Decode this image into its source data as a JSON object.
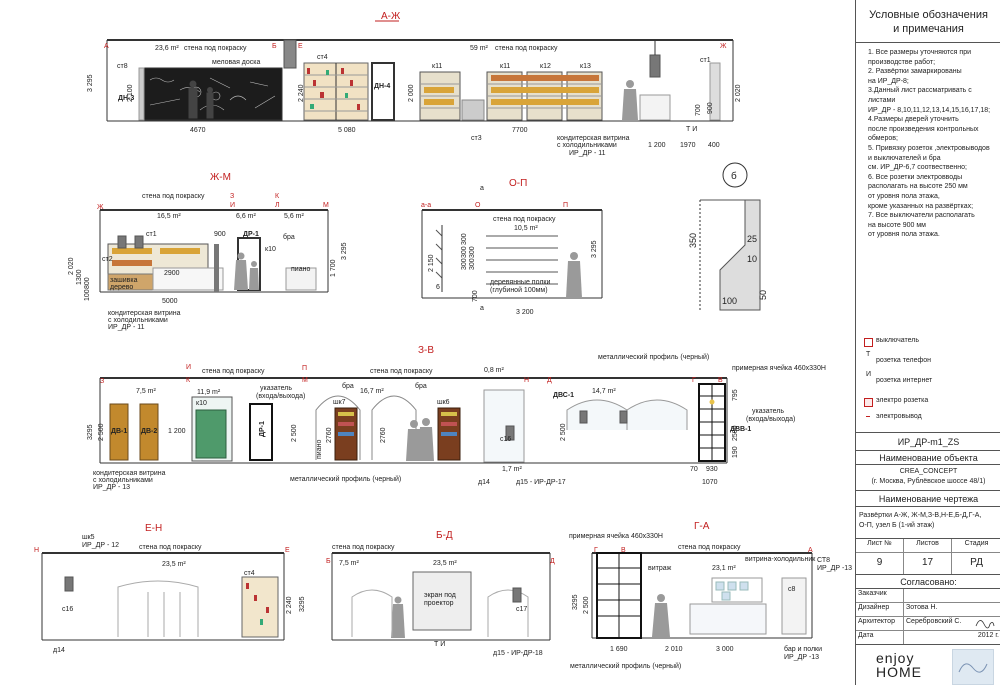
{
  "views": {
    "aj": {
      "title": "А-Ж",
      "l_left": "А",
      "l_mid": "Б",
      "l_e": "Е",
      "l_right": "Ж",
      "area1": "23,6 m²",
      "wall1": "стена под покраску",
      "area2": "59 m²",
      "wall2": "стена под покраску",
      "board": "меловая доска",
      "st8": "ст8",
      "st4": "ст4",
      "st1": "ст1",
      "k11a": "к11",
      "k11b": "к11",
      "k12": "к12",
      "k13": "к13",
      "dn3": "ДН-3",
      "dn4": "ДН-4",
      "h3295": "3 295",
      "h2100": "2 100",
      "h2240": "2 240",
      "h2000": "2 000",
      "h2020": "2 020",
      "h900": "900",
      "h700": "700",
      "w4670": "4670",
      "w5080": "5 080",
      "w7700": "7700",
      "w1200": "1 200",
      "w1970": "1970",
      "w400": "400",
      "st3": "ст3",
      "note": "кондитерская витрина",
      "note2": "с холодильниками",
      "note3": "ИР_ДР - 11",
      "ti": "Т И"
    },
    "jm": {
      "title": "Ж-М",
      "l_j": "Ж",
      "l_z": "З",
      "l_i": "И",
      "l_k": "К",
      "l_l": "Л",
      "l_m": "М",
      "wall": "стена под покраску",
      "a1": "16,5 m²",
      "a2": "6,6 m²",
      "a3": "5,6 m²",
      "st1": "ст1",
      "st2": "ст2",
      "dr1": "ДР-1",
      "k10": "к10",
      "bra": "бра",
      "piano": "пиано",
      "zash": "зашивка",
      "derevo": "дерево",
      "h900": "900",
      "w2900": "2900",
      "w5000": "5000",
      "h2020": "2 020",
      "h1300": "1300",
      "h800": "800",
      "h100": "100",
      "h3295": "3 295",
      "h1700": "1 700",
      "note": "кондитерская витрина",
      "note2": "с холодильниками",
      "note3": "ИР_ДР - 11"
    },
    "op": {
      "title": "О-П",
      "l_aa": "а-а",
      "l_o": "О",
      "l_p": "П",
      "wall": "стена под покраску",
      "area": "10,5 m²",
      "shelves": "деревянные полки",
      "shelves2": "(глубиной 100мм)",
      "a_top": "а",
      "a_bot": "а",
      "h3295": "3 295",
      "h2150": "2 150",
      "h700": "700",
      "w3200": "3 200",
      "d6": "6",
      "s1": "300",
      "s2": "300",
      "s3": "300",
      "s4": "300",
      "s5": "300"
    },
    "b": {
      "label": "б",
      "d350": "350",
      "d25": "25",
      "d10": "10",
      "d100": "100",
      "d50": "50"
    },
    "zv": {
      "title": "З-В",
      "l_z": "З",
      "l_i": "И",
      "l_k": "К",
      "l_p": "П",
      "l_m": "М",
      "l_n": "Н",
      "l_d": "Д",
      "l_g": "Г",
      "l_v": "В",
      "a1": "7,5 m²",
      "a2": "11,9 m²",
      "a3": "16,7 m²",
      "a4": "0,8 m²",
      "a5": "14,7 m²",
      "a6": "1,7 m²",
      "wall1": "стена под покраску",
      "wall2": "стена под покраску",
      "profile": "металлический профиль (черный)",
      "cell": "примерная ячейка 460х330Н",
      "pointer": "указатель",
      "pointer2": "(входа/выхода)",
      "pointer3": "указатель",
      "pointer4": "(входа/выхода)",
      "dv1": "ДВ-1",
      "dv2": "ДВ-2",
      "dr1": "ДР-1",
      "dvs1": "ДВС-1",
      "dvv1": "ДВВ-1",
      "k10": "к10",
      "shk7": "шк7",
      "shk6": "шк6",
      "s16": "с16",
      "bra1": "бра",
      "bra2": "бра",
      "piano": "пиано",
      "h3295": "3295",
      "h2500": "2 500",
      "h1200": "1 200",
      "h2760a": "2760",
      "h2760b": "2760",
      "h2500b": "2 500",
      "h2500c": "2 500",
      "h795": "795",
      "h2500d": "2500",
      "h190": "190",
      "w70": "70",
      "w930": "930",
      "w1070": "1070",
      "d14": "д14",
      "d15": "д15 - ИР-ДР-17",
      "profile2": "металлический профиль (черный)",
      "note": "кондитерская витрина",
      "note2": "с холодильниками",
      "note3": "ИР_ДР - 13"
    },
    "en": {
      "title": "Е-Н",
      "l_n": "Н",
      "l_e": "Е",
      "shk5": "шк5",
      "ref": "ИР_ДР - 12",
      "wall": "стена под покраску",
      "area": "23,5 m²",
      "st4": "ст4",
      "s16": "с16",
      "d14": "д14",
      "h2240": "2 240",
      "h3295": "3295"
    },
    "bd": {
      "title": "Б-Д",
      "l_b": "Б",
      "l_d": "Д",
      "wall": "стена под покраску",
      "a1": "7,5 m²",
      "a2": "23,5 m²",
      "screen": "экран под",
      "screen2": "проектор",
      "s17": "с17",
      "ti": "Т И",
      "d15": "д15 - ИР-ДР-18"
    },
    "ga": {
      "title": "Г-А",
      "l_g": "Г",
      "l_v": "В",
      "l_a": "А",
      "cell": "примерная ячейка 460х330Н",
      "wall": "стена под покраску",
      "vitrazh": "витраж",
      "vitrina": "витрина-холодильник",
      "area": "23,1 m²",
      "st8": "СТ8",
      "ref": "ИР_ДР -13",
      "s8": "с8",
      "h3295": "3295",
      "h2500": "2 500",
      "w1690": "1 690",
      "w2010": "2 010",
      "w3000": "3 000",
      "bar": "бар и полки",
      "bar2": "ИР_ДР -13",
      "profile": "металлический профиль (черный)"
    }
  },
  "panel": {
    "title1": "Условные обозначения",
    "title2": "и примечания",
    "notes": [
      "1. Все размеры уточняются при",
      "производстве работ;",
      "2. Развёртки замаркированы",
      "на ИР_ДР-8;",
      "3.Данный лист рассматривать с листами",
      "ИР_ДР - 8,10,11,12,13,14,15,16,17,18;",
      "4.Размеры дверей уточнить",
      "после произведения контрольных",
      "обмеров;",
      "5. Привязку розеток ,электровыводов",
      "и выключателей и бра",
      "см. ИР_ДР-6,7 соотвественно;",
      "6. Все розетки электровводы",
      "располагать на высоте 250 мм",
      "от уровня пола этажа,",
      "кроме указанных на развёртках;",
      "7. Все выключатели располагать",
      "на высоте 900 мм",
      "от уровня пола этажа."
    ],
    "legend": [
      "выключатель",
      "розетка телефон",
      "розетка интернет",
      "электро розетка",
      "электровывод"
    ],
    "legend_marks": [
      "",
      "Т",
      "И",
      "",
      ""
    ],
    "code": "ИР_ДР-m1_ZS",
    "obj_title": "Наименование объекта",
    "obj1": "CREA_CONCEPT",
    "obj2": "(г. Москва, Рублёвское шоссе 48/1)",
    "draw_title": "Наименование чертежа",
    "draw1": "Развёртки А-Ж, Ж-М,З-В,Н-Е,Б-Д,Г-А,",
    "draw2": "О-П, узел Б (1-ий этаж)",
    "h_sheet": "Лист №",
    "h_sheets": "Листов",
    "h_stage": "Стадия",
    "v_sheet": "9",
    "v_sheets": "17",
    "v_stage": "РД",
    "agreed": "Согласовано:",
    "r1": "Заказчик",
    "r2": "Дизайнер",
    "r2v": "Зотова Н.",
    "r3": "Архитектор",
    "r3v": "Серебровский С.",
    "date": "Дата",
    "datev": "2012 г.",
    "logo1": "enjoy",
    "logo2": "HOME"
  }
}
